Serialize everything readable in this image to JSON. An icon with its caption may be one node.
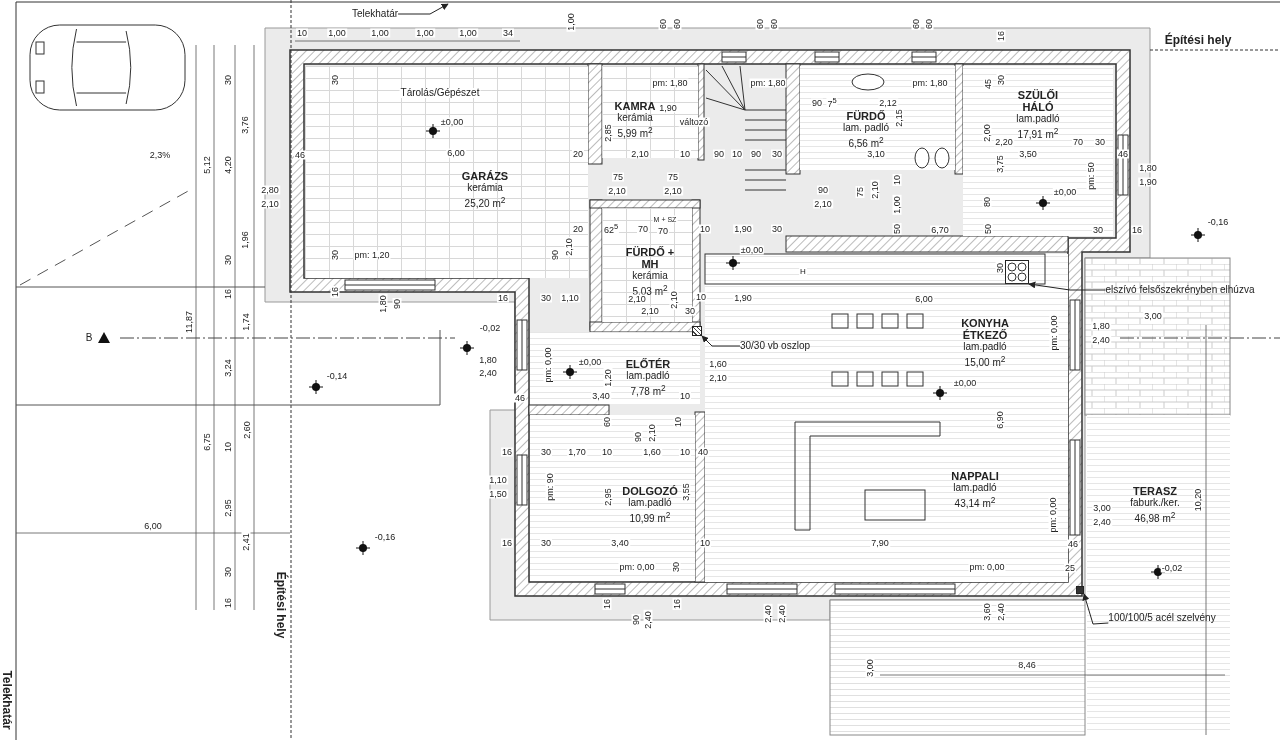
{
  "diagram": {
    "nodes": [
      {
        "text": [
          "GARÁZS",
          "kerámia",
          "25,20 m$^{2}$"
        ]
      },
      {
        "text": [
          "KAMRA",
          "kerámia",
          "5,99 m$^{2}$"
        ]
      },
      {
        "text": [
          "FÜRDŐ",
          "lam. padló",
          "6,56 m$^{2}$"
        ]
      },
      {
        "text": [
          "SZÜLŐI HÁLÓ",
          "lam.padló",
          "17,91 m$^{2}$"
        ]
      },
      {
        "text": [
          "FÜRDŐ + MH",
          "kerámia",
          "5,03 m$^{2}$"
        ]
      },
      {
        "text": [
          "ELŐTÉR",
          "lam.padló",
          "7,78 m$^{2}$"
        ]
      },
      {
        "text": [
          "DOLGOZÓ",
          "lam.padló",
          "10,99 m$^{2}$"
        ]
      },
      {
        "text": [
          "KONYHA ÉTKEZŐ",
          "lam.padló",
          "15,00 m$^{2}$"
        ]
      },
      {
        "text": [
          "NAPPALI",
          "lam.padló",
          "43,14 m$^{2}$"
        ]
      },
      {
        "text": [
          "TERASZ",
          "faburk./ker.",
          "46,98 m$^{2}$"
        ]
      },
      {
        "text": [
          "Telekhatár"
        ]
      },
      {
        "text": [
          "30/30 vb oszlop"
        ],
        "in": 7
      },
      {
        "text": [],
        "shape": "box"
      },
      {
        "text": [
          "elszívó felsőszekrényben elhúzva"
        ]
      },
      {
        "text": [],
        "shape": "box",
        "in": 7
      },
      {
        "text": [
          "100/100/5 acél szelvény"
        ],
        "in": 9
      },
      {
        "text": [],
        "shape": "box"
      }
    ],
    "edges": [
      {
        "from": 10,
        "to": null,
        "arrow": "to"
      },
      {
        "from": 11,
        "to": 12,
        "arrow": "to"
      },
      {
        "from": 13,
        "to": 14,
        "arrow": "to"
      },
      {
        "from": 15,
        "to": 16,
        "arrow": "to"
      }
    ],
    "labels": [
      "10",
      "1,00",
      "1,00",
      "1,00",
      "1,00",
      "34",
      "1,00",
      "60",
      "60",
      "60",
      "60",
      "60",
      "60",
      "16",
      "Építési hely",
      "30",
      "Tárolás/Gépészet",
      "±0,00",
      "46",
      "6,00",
      "2,80",
      "2,10",
      "30",
      "pm: 1,20",
      "16",
      "1,80",
      "90",
      "30",
      "3,76",
      "2,3%",
      "5,12",
      "4,20",
      "1,96",
      "30",
      "16",
      "11,87",
      "1,74",
      "B",
      "3,24",
      "-0,14",
      "2,60",
      "6,75",
      "10",
      "2,95",
      "6,00",
      "-0,16",
      "2,41",
      "30",
      "16",
      "Építési hely",
      "Telekhatár",
      "pm: 1,80",
      "pm: 1,80",
      "1,90",
      "változó",
      "2,85",
      "20",
      "2,10",
      "10",
      "90",
      "10",
      "90",
      "30",
      "75",
      "2,10",
      "75",
      "2,10",
      "20",
      "62$^{5}$",
      "70",
      "M + SZ",
      "70",
      "10",
      "1,90",
      "30",
      "±0,00",
      "90",
      "2,10",
      "H",
      "16",
      "30",
      "1,10",
      "2,10",
      "2,10",
      "2,10",
      "30",
      "10",
      "1,90",
      "90",
      "7$^{5}$",
      "pm: 1,80",
      "2,12",
      "2,15",
      "3,10",
      "90",
      "2,10",
      "75",
      "2,10",
      "10",
      "1,00",
      "45",
      "30",
      "2,00",
      "2,20",
      "70",
      "30",
      "3,50",
      "3,75",
      "pm: 50",
      "46",
      "1,80",
      "1,90",
      "±0,00",
      "80",
      "50",
      "6,70",
      "50",
      "30",
      "16",
      "-0,16",
      "30",
      "6,00",
      "3,00",
      "1,80",
      "2,40",
      "pm: 0,00",
      "-0,02",
      "1,80",
      "2,40",
      "pm: 0,00",
      "±0,00",
      "1,20",
      "1,60",
      "2,10",
      "46",
      "3,40",
      "10",
      "60",
      "90",
      "2,10",
      "10",
      "16",
      "30",
      "1,70",
      "10",
      "1,60",
      "10",
      "40",
      "1,10",
      "1,50",
      "pm: 90",
      "2,95",
      "3,55",
      "16",
      "30",
      "3,40",
      "10",
      "pm: 0,00",
      "30",
      "16",
      "16",
      "90",
      "2,40",
      "2,40",
      "2,40",
      "±0,00",
      "6,90",
      "7,90",
      "pm: 0,00",
      "3,00",
      "2,40",
      "pm: 0,00",
      "46",
      "25",
      "-0,02",
      "10,20",
      "3,60",
      "2,40",
      "3,00",
      "8,46"
    ]
  }
}
